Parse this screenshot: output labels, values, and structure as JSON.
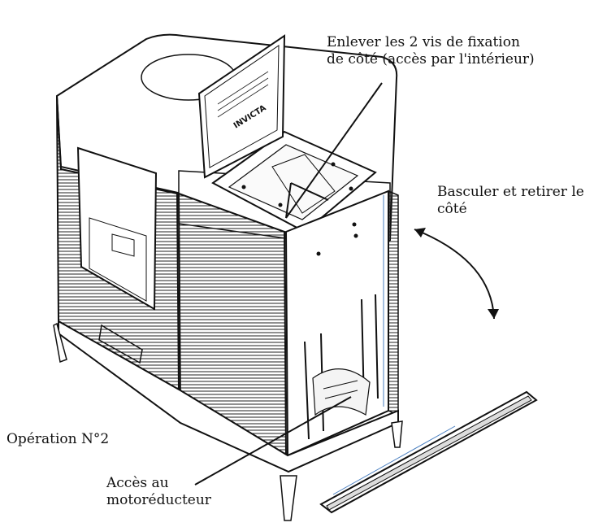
{
  "labels": {
    "screws_line1": "Enlever les 2 vis de fixation",
    "screws_line2": "de côté (accès par l'intérieur)",
    "tilt_line1": "Basculer et retirer le",
    "tilt_line2": "côté",
    "operation": "Opération N°2",
    "access_line1": "Accès au",
    "access_line2": "motoréducteur"
  },
  "lid_logo": "INVICTA",
  "colors": {
    "line": "#111111",
    "background": "#ffffff",
    "accent_blue": "#4a7fc0"
  }
}
